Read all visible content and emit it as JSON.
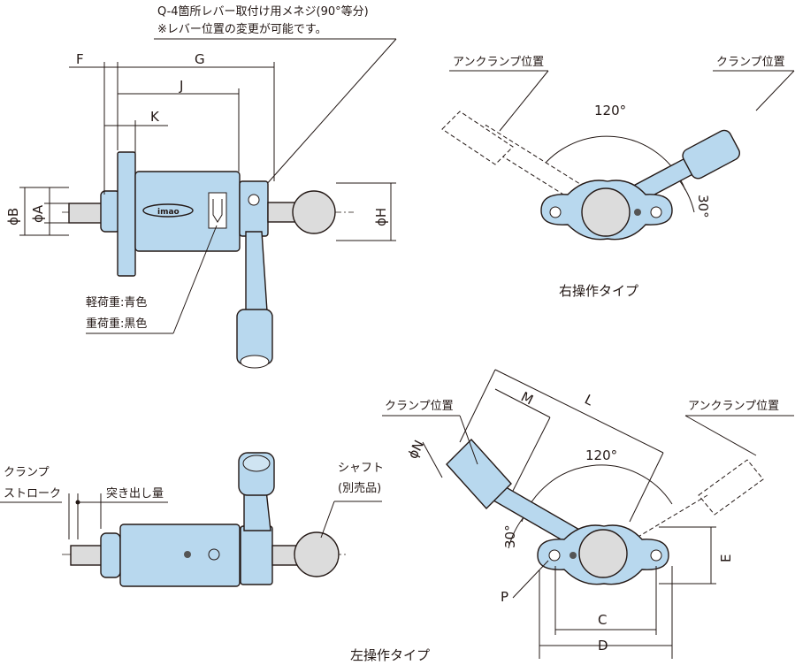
{
  "top_note": {
    "line1": "Q-4箇所レバー取付け用メネジ(90°等分)",
    "line2": "※レバー位置の変更が可能です。"
  },
  "side_view": {
    "dims": {
      "F": "F",
      "G": "G",
      "J": "J",
      "K": "K",
      "B": "ϕB",
      "A": "ϕA",
      "H": "ϕH"
    },
    "logo": "imao",
    "color_note": [
      "軽荷重:青色",
      "重荷重:黒色"
    ]
  },
  "right_type": {
    "unclamp_label": "アンクランプ位置",
    "clamp_label": "クランプ位置",
    "angle_main": "120°",
    "angle_small": "30°",
    "caption": "右操作タイプ"
  },
  "left_side_view": {
    "stroke_label": [
      "クランプ",
      "ストローク"
    ],
    "protrusion_label": "突き出し量",
    "shaft_label": [
      "シャフト",
      "(別売品)"
    ],
    "caption": "左操作タイプ"
  },
  "left_type": {
    "clamp_label": "クランプ位置",
    "unclamp_label": "アンクランプ位置",
    "angle_main": "120°",
    "angle_small": "30°",
    "dims": {
      "M": "M",
      "L": "L",
      "N": "ϕN",
      "E": "E",
      "P": "P",
      "C": "C",
      "D": "D"
    }
  },
  "colors": {
    "body": "#b8d8ee",
    "shaft": "#dcdcdc",
    "line": "#231815"
  }
}
